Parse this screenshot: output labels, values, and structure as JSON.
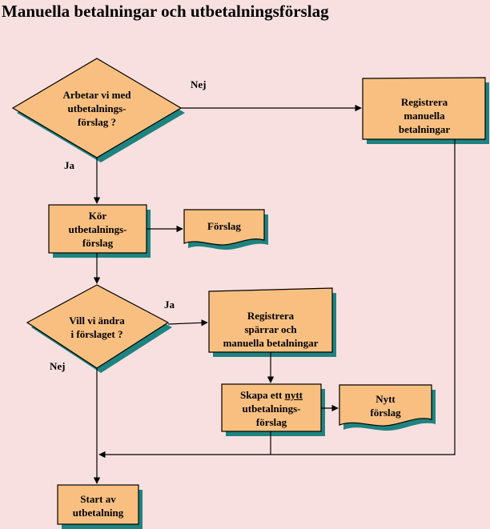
{
  "title": "Manuella betalningar och utbetalningsförslag",
  "nodes": {
    "decision_1": {
      "lines": [
        "Arbetar vi med",
        "utbetalnings-",
        "förslag ?"
      ]
    },
    "registrera_manuella": {
      "lines": [
        "Registrera",
        "manuella",
        "betalningar"
      ]
    },
    "kor_forslag": {
      "lines": [
        "Kör",
        "utbetalnings-",
        "förslag"
      ]
    },
    "forslag_doc": {
      "lines": [
        "Förslag"
      ]
    },
    "decision_2": {
      "lines": [
        "Vill vi ändra",
        "i förslaget ?"
      ]
    },
    "registrera_sparrar": {
      "lines": [
        "Registrera",
        "spärrar och",
        "manuella betalningar"
      ]
    },
    "skapa_nytt": {
      "line1_prefix": "Skapa ett ",
      "line1_underlined": "nytt",
      "lines": [
        "utbetalnings-",
        "förslag"
      ]
    },
    "nytt_forslag_doc": {
      "lines": [
        "Nytt",
        "förslag"
      ]
    },
    "start": {
      "lines": [
        "Start av",
        "utbetalning"
      ]
    }
  },
  "edges": {
    "d1_no": "Nej",
    "d1_yes": "Ja",
    "d2_yes": "Ja",
    "d2_no": "Nej"
  },
  "colors": {
    "fill": "#f8bf80",
    "shadow": "#1f8380",
    "stroke": "#000000",
    "background": "#f9e0e0"
  }
}
